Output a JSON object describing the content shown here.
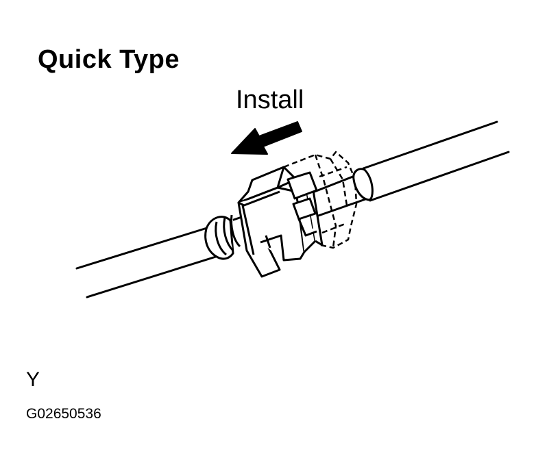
{
  "diagram": {
    "title": "Quick Type",
    "direction_label": "Install",
    "mark_letter": "Y",
    "figure_code": "G02650536"
  }
}
